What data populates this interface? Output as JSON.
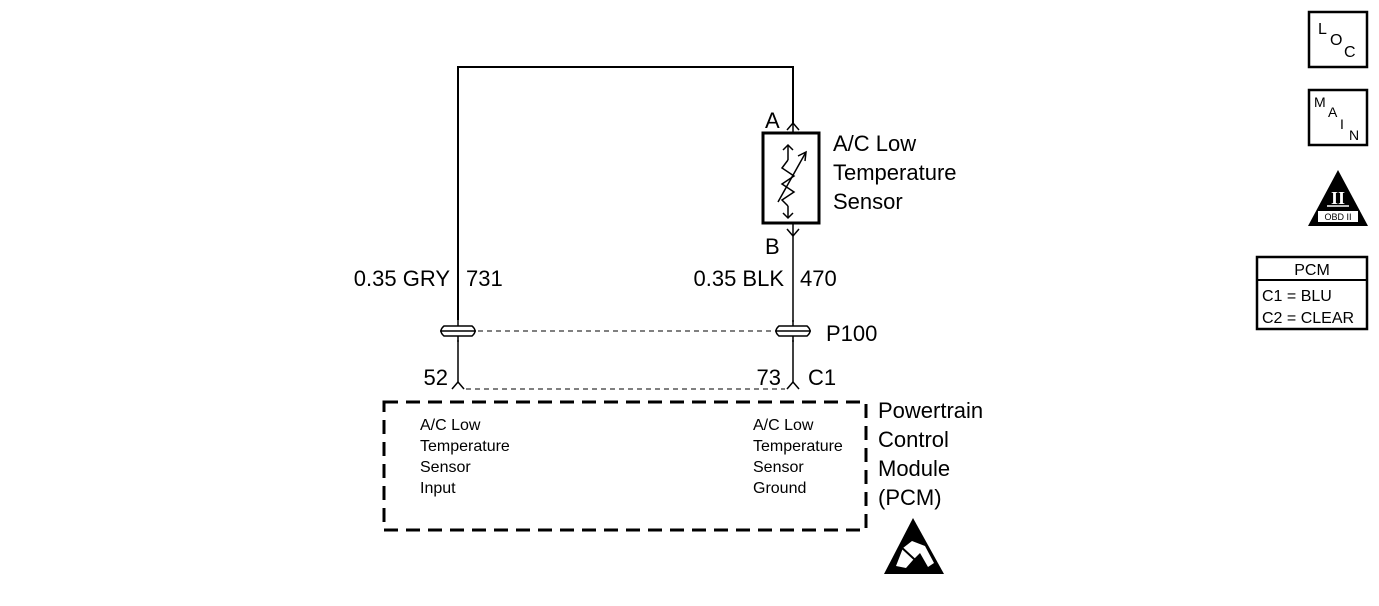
{
  "sensor": {
    "label_lines": [
      "A/C Low",
      "Temperature",
      "Sensor"
    ],
    "pin_a": "A",
    "pin_b": "B"
  },
  "wires": {
    "left": {
      "gauge_color": "0.35 GRY",
      "circuit": "731"
    },
    "right": {
      "gauge_color": "0.35 BLK",
      "circuit": "470"
    }
  },
  "connector": {
    "name": "P100"
  },
  "pcm": {
    "pin_left": "52",
    "pin_right": "73",
    "connector_id": "C1",
    "module_lines": [
      "Powertrain",
      "Control",
      "Module",
      "(PCM)"
    ],
    "left_function_lines": [
      "A/C Low",
      "Temperature",
      "Sensor",
      "Input"
    ],
    "right_function_lines": [
      "A/C Low",
      "Temperature",
      "Sensor",
      "Ground"
    ]
  },
  "nav": {
    "loc": {
      "letters": [
        "L",
        "O",
        "C"
      ]
    },
    "main": {
      "letters": [
        "M",
        "A",
        "I",
        "N"
      ]
    },
    "obd": {
      "numeral": "II",
      "label": "OBD II"
    }
  },
  "legend": {
    "title": "PCM",
    "rows": [
      "C1 = BLU",
      "C2 = CLEAR"
    ]
  },
  "icons": {
    "esd": "esd-warning-icon",
    "thermistor": "thermistor-icon"
  }
}
